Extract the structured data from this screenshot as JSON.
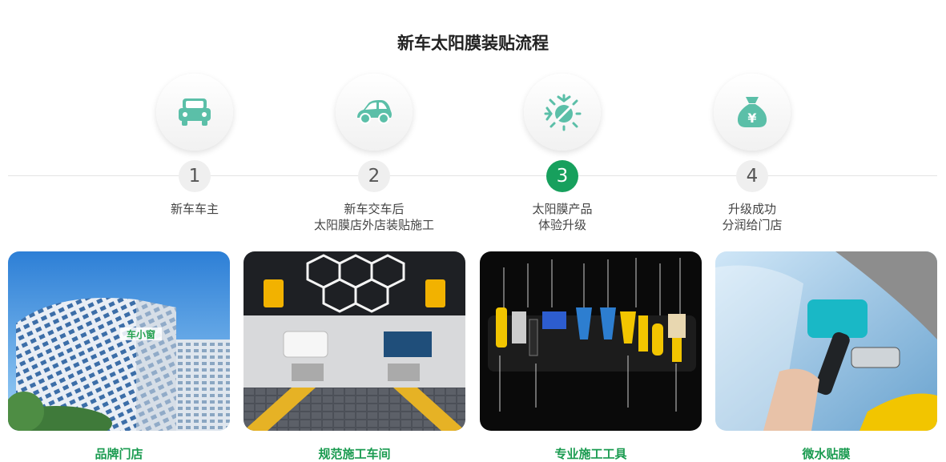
{
  "title": "新车太阳膜装贴流程",
  "accent_color": "#17a05d",
  "icon_color": "#5bbfa8",
  "steps": [
    {
      "number": "1",
      "icon": "car-icon",
      "text": "新车车主",
      "active": false
    },
    {
      "number": "2",
      "icon": "car-side-icon",
      "text": "新车交车后\n太阳膜店外店装贴施工",
      "active": false
    },
    {
      "number": "3",
      "icon": "sun-snowflake-icon",
      "text": "太阳膜产品\n体验升级",
      "active": true
    },
    {
      "number": "4",
      "icon": "money-bag-icon",
      "text": "升级成功\n分润给门店",
      "active": false
    }
  ],
  "photos": [
    {
      "caption": "品牌门店",
      "sign": "车小窗"
    },
    {
      "caption": "规范施工车间"
    },
    {
      "caption": "专业施工工具"
    },
    {
      "caption": "微水贴膜"
    }
  ]
}
